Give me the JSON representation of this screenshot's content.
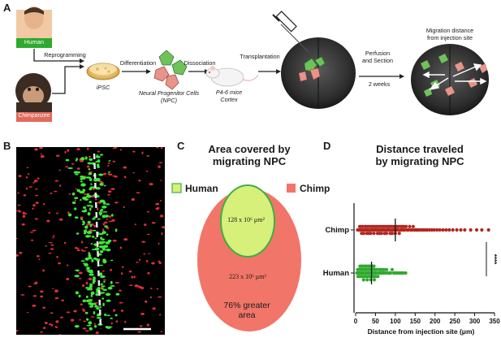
{
  "panel_a": {
    "letter": "A",
    "human_label": "Human",
    "chimp_label": "Chimpanzee",
    "steps": {
      "reprogramming": "Reprogramming",
      "differentiation": "Differentiation",
      "dissociation": "Dissociation",
      "transplantation": "Transplantation",
      "perfusion": "Perfusion\nand Section",
      "weeks": "2 weeks",
      "migration": "Migration distance\nfrom injection site"
    },
    "cells": {
      "ipsc": "iPSC",
      "npc": "Neural Progenitor Cells\n(NPC)",
      "mice": "P4-6 mice\nCortex"
    }
  },
  "panel_b": {
    "letter": "B"
  },
  "panel_c": {
    "letter": "C",
    "title_line1": "Area covered by",
    "title_line2": "migrating NPC",
    "human_label": "Human",
    "chimp_label": "Chimp",
    "human_area": "128 x 10⁶ μm²",
    "chimp_area": "223 x 10⁶ μm²",
    "greater_line1": "76% greater",
    "greater_line2": "area",
    "colors": {
      "human": "#d6f07a",
      "human_border": "#3cb043",
      "chimp": "#f2756a"
    }
  },
  "panel_d": {
    "letter": "D",
    "title_line1": "Distance traveled",
    "title_line2": "by migrating NPC",
    "significance": "****",
    "chart_data": {
      "type": "scatter",
      "categories": [
        "Chimp",
        "Human"
      ],
      "xlabel": "Distance from injection site (μm)",
      "xlim": [
        0,
        350
      ],
      "xticks": [
        0,
        50,
        100,
        150,
        200,
        250,
        300,
        350
      ],
      "series": [
        {
          "name": "Chimp",
          "color": "#b3261e",
          "median": 100,
          "values": [
            5,
            8,
            10,
            12,
            14,
            15,
            17,
            18,
            20,
            22,
            24,
            25,
            26,
            28,
            30,
            31,
            33,
            35,
            36,
            38,
            40,
            41,
            43,
            45,
            46,
            48,
            50,
            52,
            53,
            55,
            57,
            58,
            60,
            62,
            63,
            65,
            67,
            68,
            70,
            72,
            73,
            75,
            77,
            78,
            80,
            82,
            84,
            85,
            87,
            89,
            90,
            92,
            94,
            95,
            97,
            99,
            100,
            102,
            104,
            106,
            108,
            110,
            112,
            114,
            116,
            118,
            120,
            122,
            124,
            127,
            130,
            133,
            136,
            139,
            142,
            145,
            148,
            152,
            156,
            160,
            165,
            170,
            175,
            180,
            186,
            192,
            198,
            205,
            212,
            220,
            228,
            236,
            245,
            255,
            265,
            275,
            290,
            305,
            318,
            335
          ]
        },
        {
          "name": "Human",
          "color": "#2eaa2e",
          "median": 40,
          "values": [
            3,
            5,
            6,
            8,
            9,
            10,
            11,
            12,
            13,
            14,
            15,
            16,
            17,
            18,
            19,
            20,
            21,
            22,
            23,
            24,
            25,
            26,
            27,
            28,
            29,
            30,
            31,
            32,
            33,
            34,
            35,
            36,
            37,
            38,
            39,
            40,
            41,
            42,
            43,
            44,
            45,
            46,
            47,
            48,
            49,
            50,
            52,
            54,
            56,
            58,
            60,
            62,
            64,
            66,
            68,
            70,
            72,
            75,
            78,
            81,
            84,
            88,
            92,
            96,
            100,
            105,
            110,
            115,
            120,
            126
          ]
        }
      ]
    }
  }
}
